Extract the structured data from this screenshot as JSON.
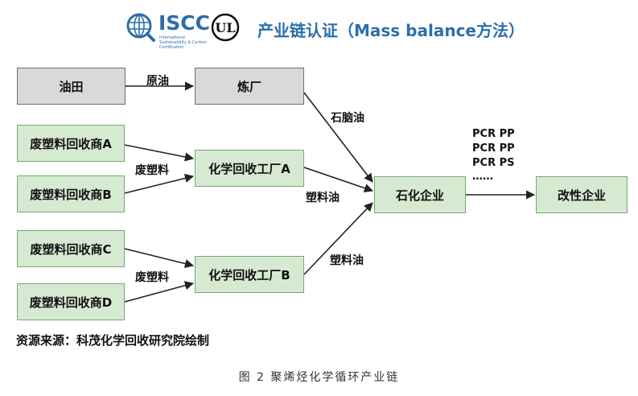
{
  "header": {
    "iscc_text": "ISCC",
    "iscc_sub": "International Sustainability & Carbon Certification",
    "title": "产业链认证（Mass balance方法）"
  },
  "nodes": {
    "oilfield": "油田",
    "refinery": "炼厂",
    "recycler_a": "废塑料回收商A",
    "recycler_b": "废塑料回收商B",
    "recycler_c": "废塑料回收商C",
    "recycler_d": "废塑料回收商D",
    "chem_plant_a": "化学回收工厂A",
    "chem_plant_b": "化学回收工厂B",
    "petrochem": "石化企业",
    "modifier": "改性企业"
  },
  "edges": {
    "crude": "原油",
    "naphtha": "石脑油",
    "waste_plastic_a": "废塑料",
    "waste_plastic_b": "废塑料",
    "pyro_oil_a": "塑料油",
    "pyro_oil_b": "塑料油"
  },
  "products": [
    "PCR PP",
    "PCR PP",
    "PCR PS",
    "……"
  ],
  "source": "资源来源：科茂化学回收研究院绘制",
  "caption": "图 2  聚烯烃化学循环产业链",
  "colors": {
    "accent": "#2c6fa8",
    "green_fill": "#d6ead2",
    "gray_fill": "#d9d9d9"
  }
}
